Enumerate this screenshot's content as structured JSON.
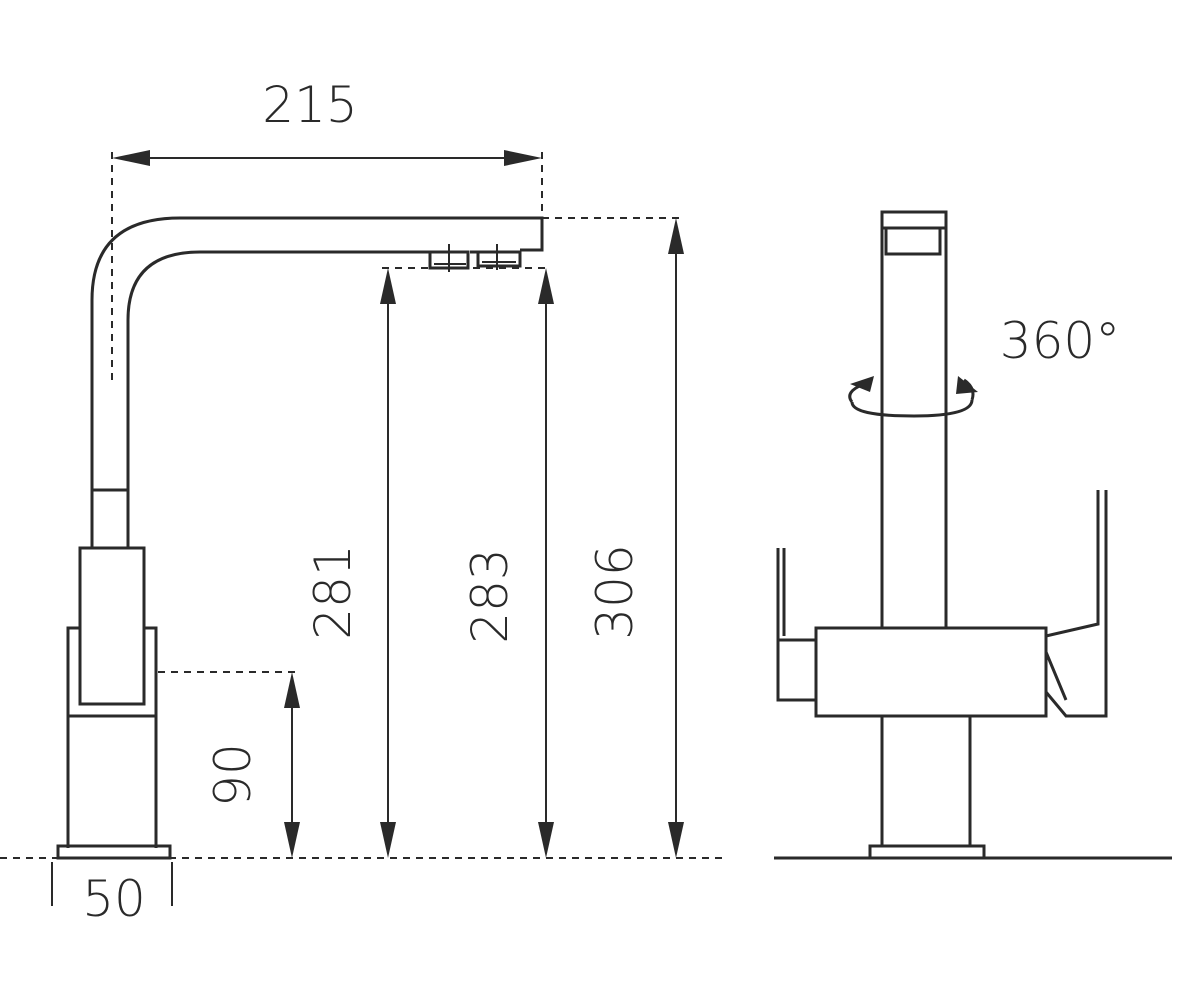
{
  "dimensions": {
    "spout_reach": "215",
    "height_aerator_1": "281",
    "height_aerator_2": "283",
    "total_height": "306",
    "body_height": "90",
    "base_width": "50"
  },
  "rotation_label": "360°"
}
